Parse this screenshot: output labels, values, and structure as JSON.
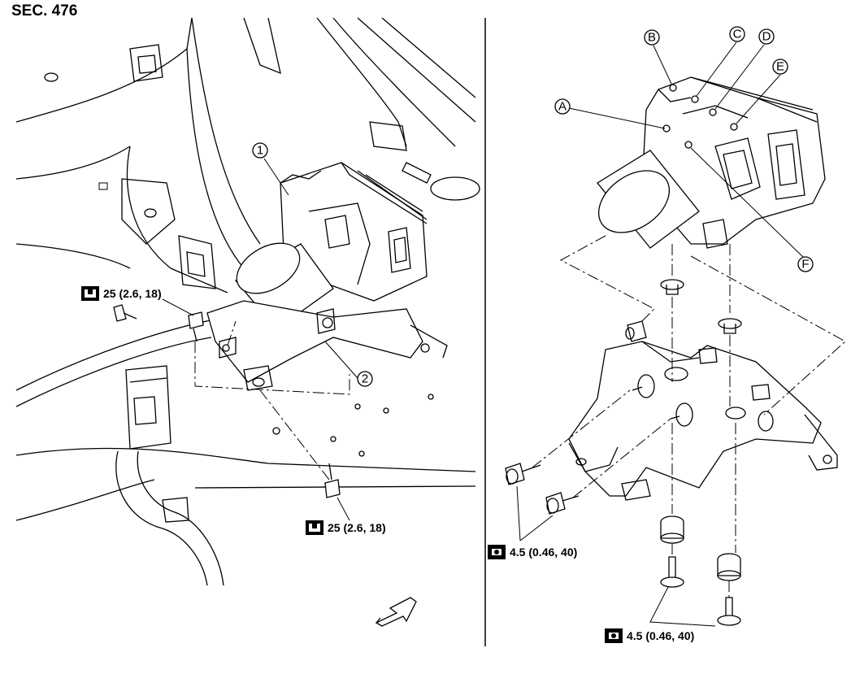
{
  "section": "SEC. 476",
  "callouts": {
    "num1": "1",
    "num2": "2",
    "A": "A",
    "B": "B",
    "C": "C",
    "D": "D",
    "E": "E",
    "F": "F"
  },
  "torques": {
    "left_upper": "25 (2.6, 18)",
    "left_lower": "25 (2.6, 18)",
    "right_bracket_bolts": "4.5 (0.46, 40)",
    "right_mount_bolts": "4.5 (0.46, 40)"
  }
}
